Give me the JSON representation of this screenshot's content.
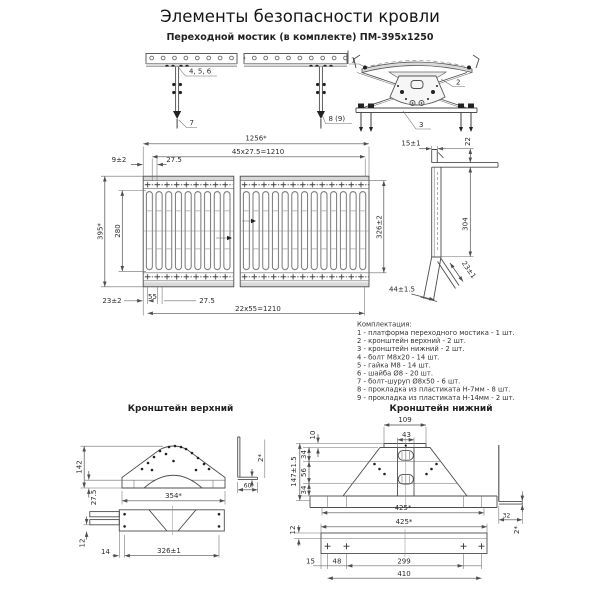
{
  "header": {
    "title": "Элементы безопасности кровли",
    "subtitle": "Переходной мостик (в комплекте) ПМ-395x1250"
  },
  "assembly_top": {
    "label_456": "4, 5, 6",
    "label_7": "7",
    "label_89": "8 (9)",
    "label_1": "1",
    "label_2": "2",
    "label_3": "3"
  },
  "platform_plan": {
    "dim_total": "1256*",
    "dim_pitch_row": "45x27.5=1210",
    "dim_edge": "9±2",
    "dim_pitch": "27.5",
    "dim_width": "395*",
    "dim_inner_width": "280",
    "dim_right_width": "326±2",
    "dim_edge_bottom": "23±2",
    "dim_slot_pitch": "55",
    "dim_pitch_bottom": "27.5",
    "dim_slot_row": "22x55=1210"
  },
  "platform_profile": {
    "dim_width": "15±1",
    "dim_top": "22",
    "dim_height": "304",
    "dim_hook": "23±1",
    "dim_foot": "44±1.5"
  },
  "parts_list": {
    "title": "Комплектация:",
    "items": [
      "1 - платформа переходного мостика - 1 шт.",
      "2 - кронштейн верхний - 2 шт.",
      "3 - кронштейн нижний - 2 шт.",
      "4 - болт М8х20 - 14 шт.",
      "5 - гайка М8 - 14 шт.",
      "6 - шайба Ø8 - 20 шт.",
      "7 - болт-шуруп Ø8х50 - 6 шт.",
      "8 - прокладка из пластиката Н-7мм - 8 шт.",
      "9 - прокладка из пластиката Н-14мм - 2 шт."
    ]
  },
  "bracket_upper": {
    "title": "Кронштейн верхний",
    "dim_height": "142",
    "dim_flange": "27.5",
    "dim_width": "354*",
    "dim_thickness": "2*",
    "dim_foot": "60",
    "dim_tab": "12",
    "dim_tab2": "14",
    "dim_plate_width": "326±1"
  },
  "bracket_lower": {
    "title": "Кронштейн нижний",
    "dim_top_flange": "109",
    "dim_slot_col": "43",
    "dim_tab": "10",
    "dim_seg1": "34",
    "dim_seg2": "56",
    "dim_seg3": "34",
    "dim_height": "147±1.5",
    "dim_width_front": "425*",
    "dim_width_top": "425*",
    "dim_plate_edge": "12",
    "dim_hole_edge": "15",
    "dim_hole_gap": "48",
    "dim_hole_span": "299",
    "dim_hole_total": "410",
    "dim_foot": "32",
    "dim_thickness": "2*"
  }
}
